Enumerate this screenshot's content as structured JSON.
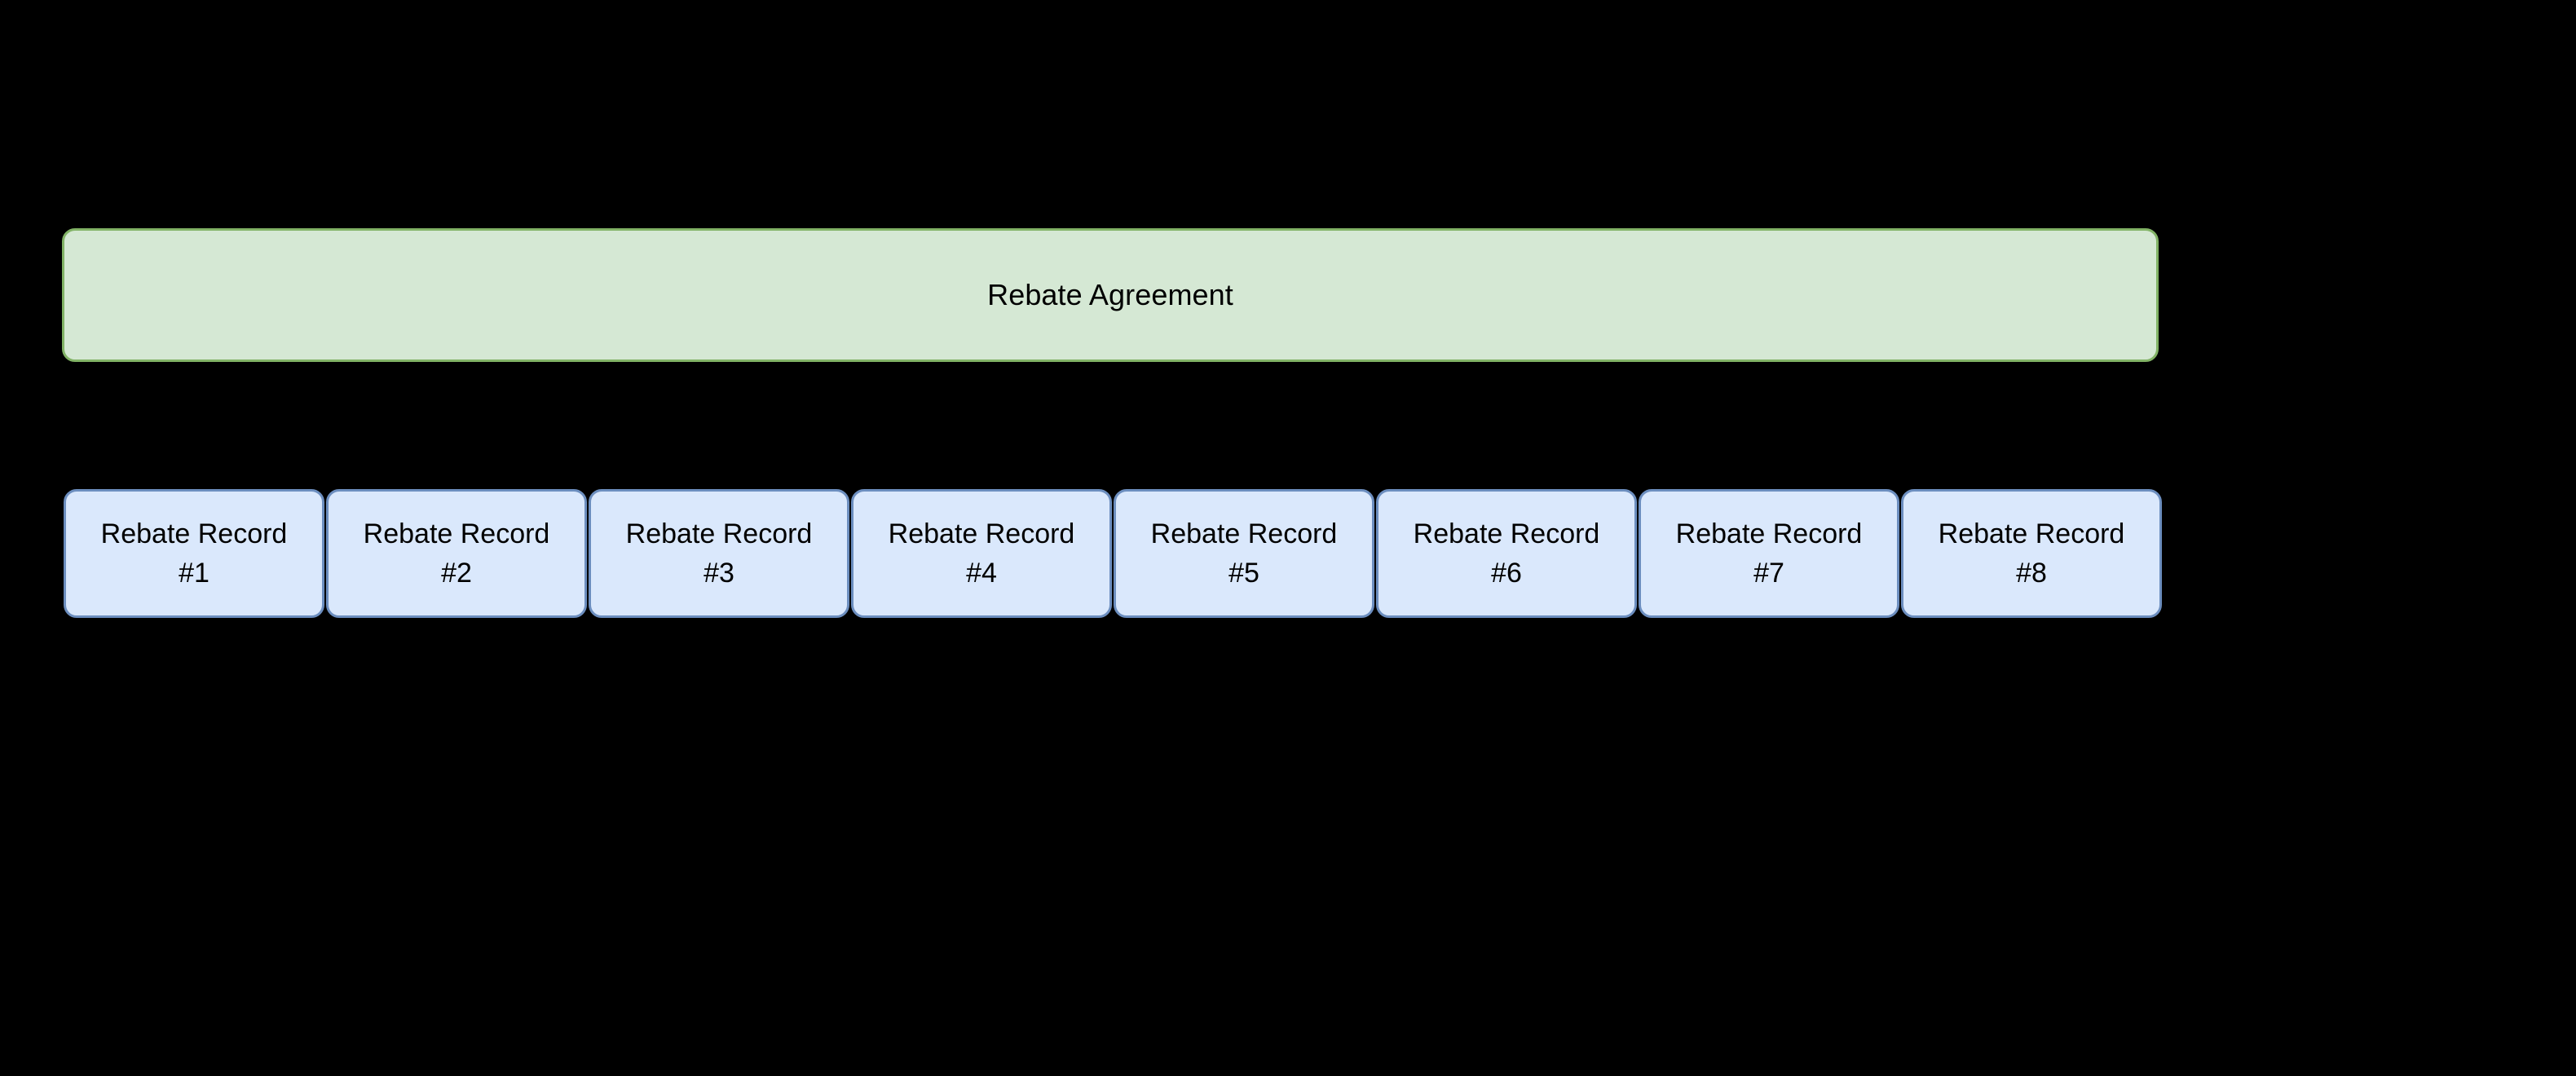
{
  "diagram": {
    "background_color": "#000000",
    "type": "container-with-children",
    "agreement": {
      "title": "Rebate Agreement",
      "fill_color": "#d5e8d4",
      "border_color": "#82b366"
    },
    "records": {
      "fill_color": "#dae8fc",
      "border_color": "#6c8ebf",
      "count": 8,
      "items": [
        {
          "label": "Rebate Record\n#1"
        },
        {
          "label": "Rebate Record\n#2"
        },
        {
          "label": "Rebate Record\n#3"
        },
        {
          "label": "Rebate Record\n#4"
        },
        {
          "label": "Rebate Record\n#5"
        },
        {
          "label": "Rebate Record\n#6"
        },
        {
          "label": "Rebate Record\n#7"
        },
        {
          "label": "Rebate Record\n#8"
        }
      ]
    }
  }
}
